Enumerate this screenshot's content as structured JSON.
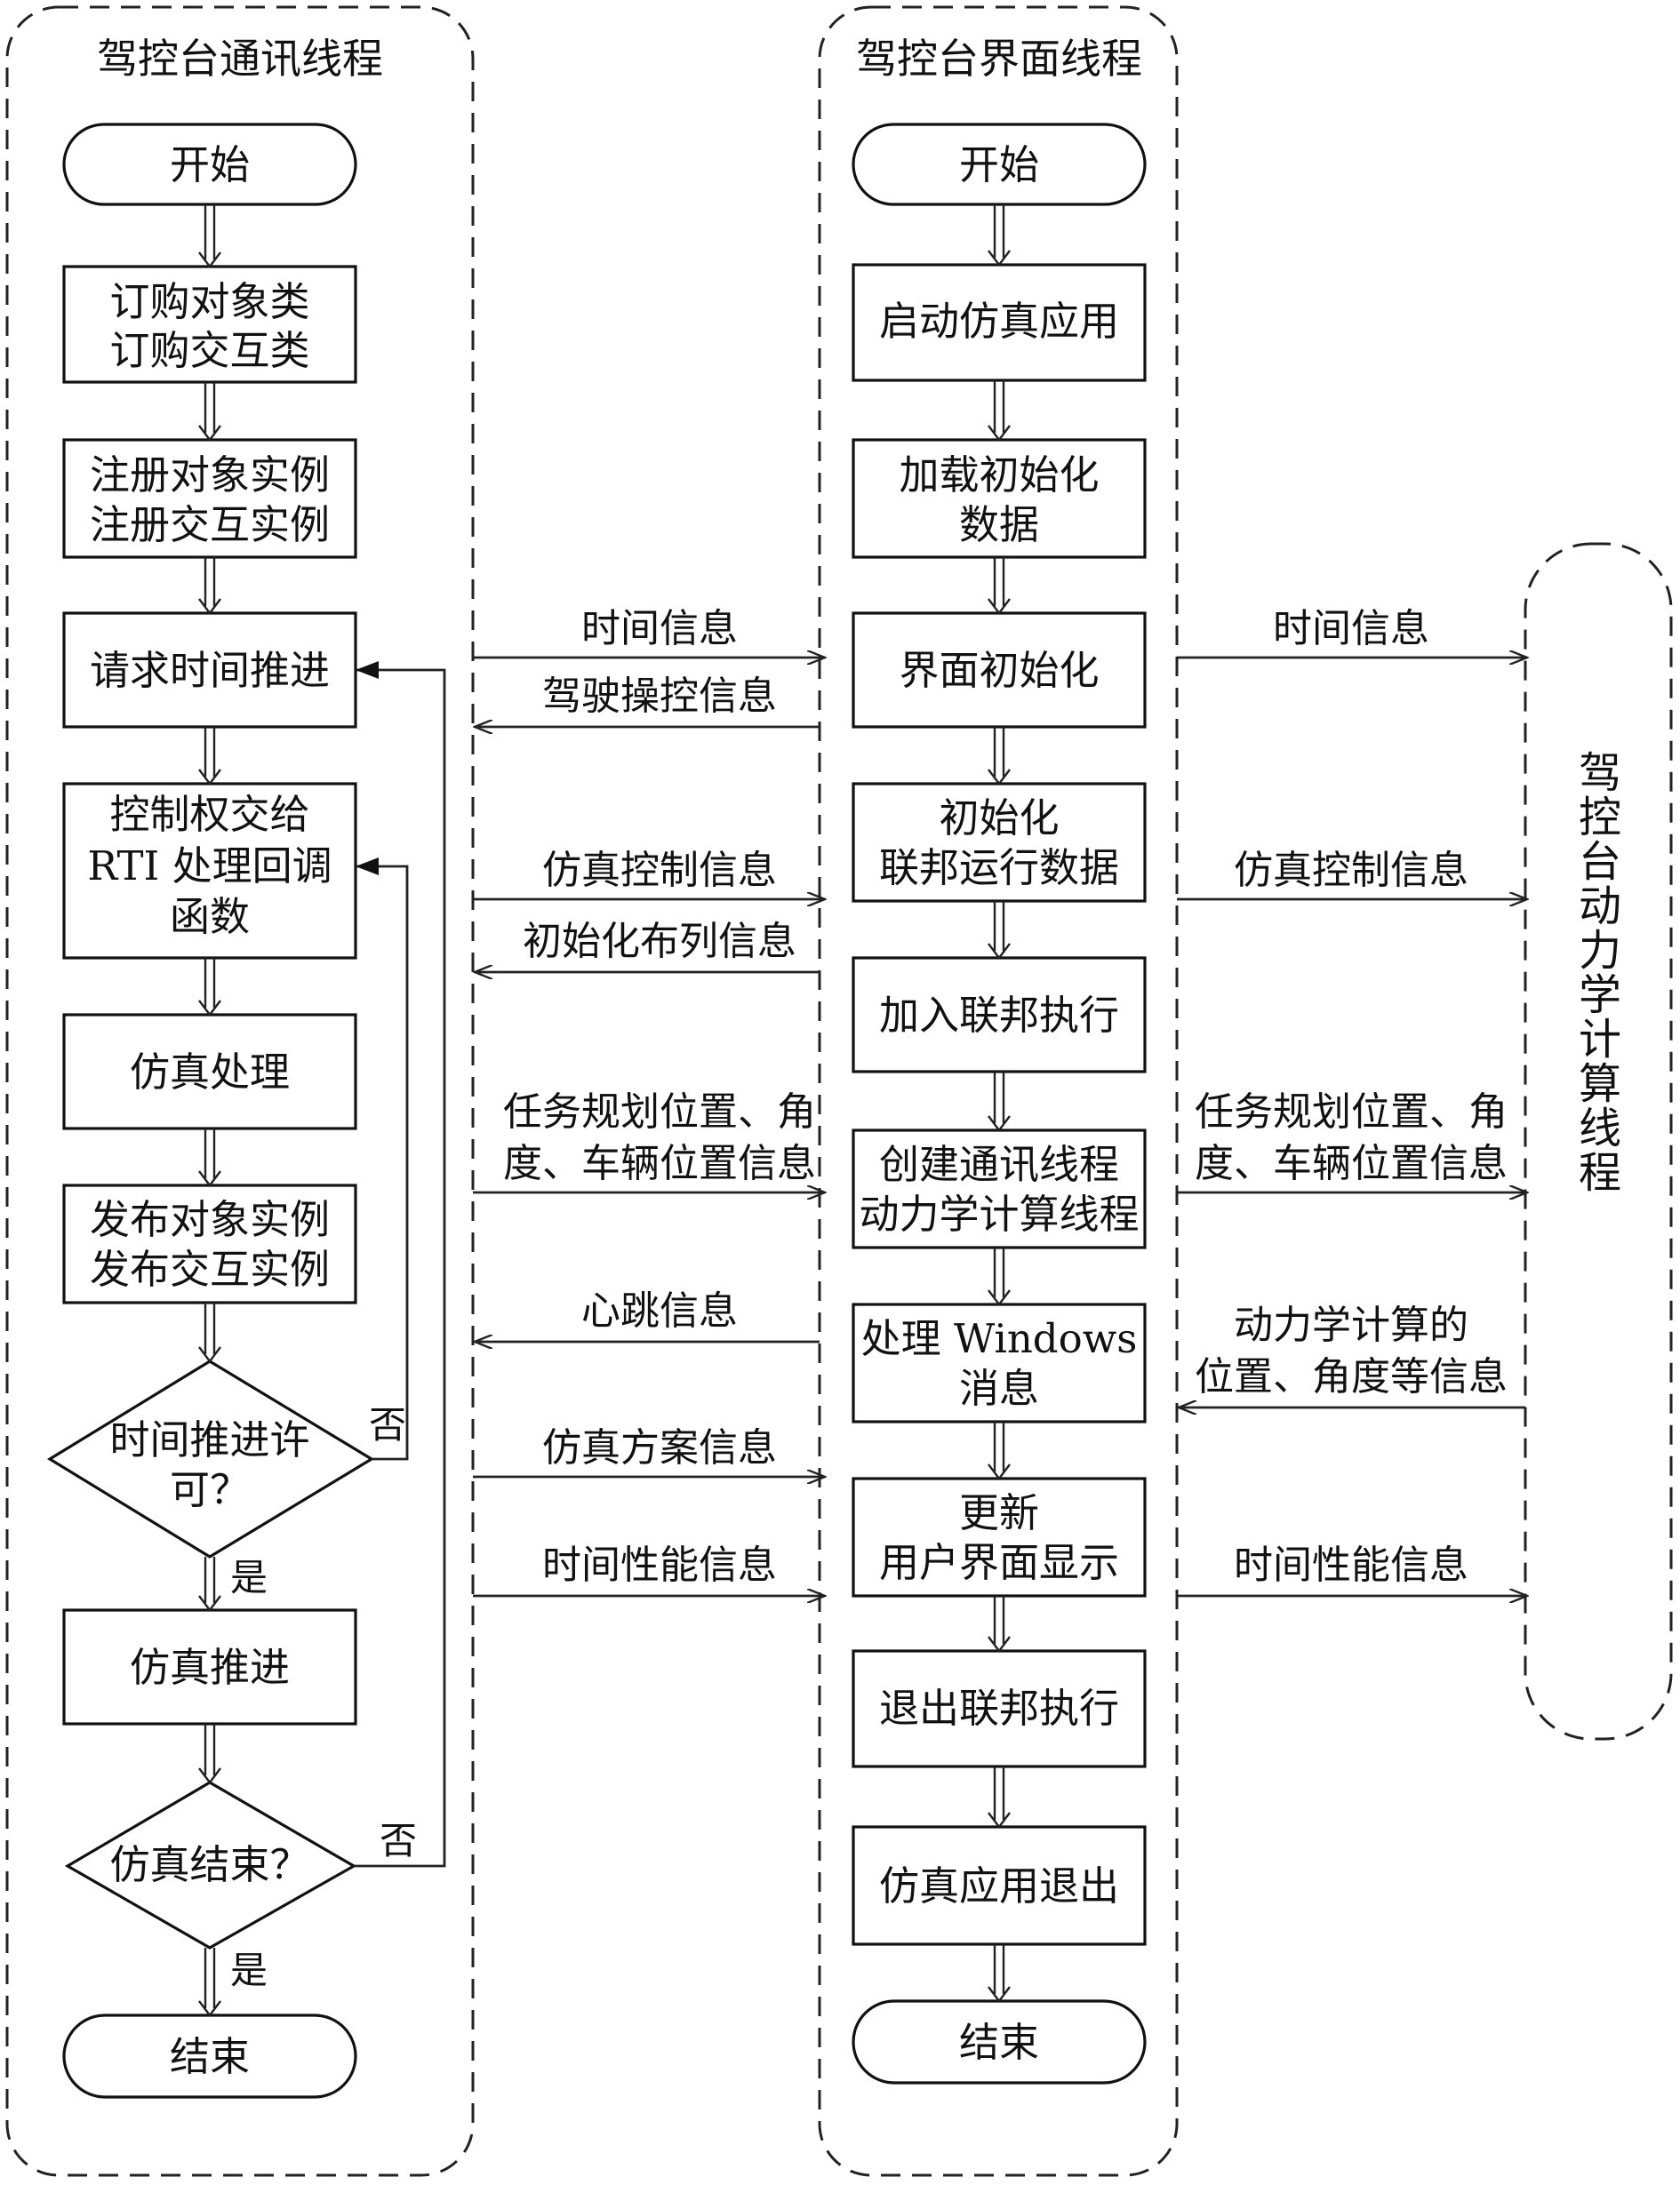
{
  "lanes": {
    "comm": {
      "title": "驾控台通讯线程"
    },
    "ui": {
      "title": "驾控台界面线程"
    },
    "dyn": {
      "title": "驾控台动力学计算线程"
    }
  },
  "comm_nodes": {
    "start": "开始",
    "subscribe": [
      "订购对象类",
      "订购交互类"
    ],
    "register": [
      "注册对象实例",
      "注册交互实例"
    ],
    "request_time": "请求时间推进",
    "rti": [
      "控制权交给",
      "RTI 处理回调",
      "函数"
    ],
    "sim_process": "仿真处理",
    "publish": [
      "发布对象实例",
      "发布交互实例"
    ],
    "time_grant": [
      "时间推进许",
      "可？"
    ],
    "sim_advance": "仿真推进",
    "sim_end": "仿真结束？",
    "end": "结束",
    "yes": "是",
    "no": "否"
  },
  "ui_nodes": {
    "start": "开始",
    "launch": "启动仿真应用",
    "load": [
      "加载初始化",
      "数据"
    ],
    "ui_init": "界面初始化",
    "fed_init": [
      "初始化",
      "联邦运行数据"
    ],
    "join": "加入联邦执行",
    "create_threads": [
      "创建通讯线程",
      "动力学计算线程"
    ],
    "windows_msg": [
      "处理 Windows",
      "消息"
    ],
    "update_ui": [
      "更新",
      "用户界面显示"
    ],
    "resign": "退出联邦执行",
    "exit": "仿真应用退出",
    "end": "结束"
  },
  "messages_left": {
    "time_info": "时间信息",
    "drive_ctrl": "驾驶操控信息",
    "sim_ctrl": "仿真控制信息",
    "init_layout": "初始化布列信息",
    "task_pos": [
      "任务规划位置、角",
      "度、车辆位置信息"
    ],
    "heartbeat": "心跳信息",
    "sim_plan": "仿真方案信息",
    "time_perf": "时间性能信息"
  },
  "messages_right": {
    "time_info": "时间信息",
    "sim_ctrl": "仿真控制信息",
    "task_pos": [
      "任务规划位置、角",
      "度、车辆位置信息"
    ],
    "dyn_result": [
      "动力学计算的",
      "位置、角度等信息"
    ],
    "time_perf": "时间性能信息"
  }
}
